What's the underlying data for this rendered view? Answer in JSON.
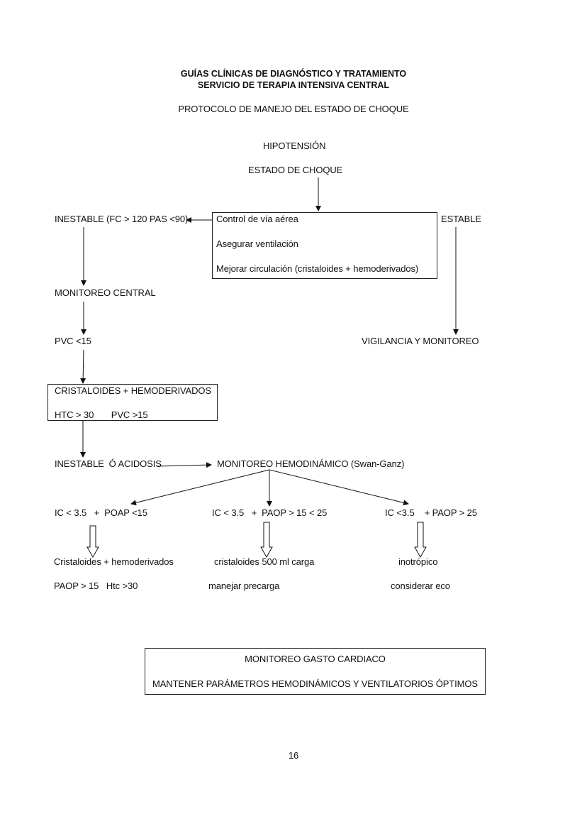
{
  "header": {
    "line1": "GUÍAS CLÍNICAS DE DIAGNÓSTICO Y TRATAMIENTO",
    "line2": "SERVICIO DE TERAPIA INTENSIVA CENTRAL",
    "protocol": "PROTOCOLO DE MANEJO DEL ESTADO DE CHOQUE"
  },
  "flow": {
    "hipotension": "HIPOTENSIÓN",
    "estado_choque": "ESTADO DE CHOQUE",
    "inestable": "INESTABLE (FC > 120  PAS <90)",
    "estable": "ESTABLE",
    "initial_box": [
      "Control de vía aérea",
      "Asegurar ventilación",
      "Mejorar circulación (cristaloides + hemoderivados)"
    ],
    "monitoreo_central": "MONITOREO CENTRAL",
    "pvc_low": "PVC <15",
    "vigilancia": "VIGILANCIA Y MONITOREO",
    "fluid_box": [
      "CRISTALOIDES + HEMODERIVADOS",
      "HTC > 30       PVC >15"
    ],
    "inestable_acidosis": "INESTABLE  Ó ACIDOSIS",
    "monitoreo_hemo": "MONITOREO HEMODINÁMICO (Swan-Ganz)",
    "branches": [
      {
        "condition": "IC < 3.5   +  POAP <15",
        "action1": "Cristaloides + hemoderivados",
        "action2": "PAOP > 15   Htc >30"
      },
      {
        "condition": "IC < 3.5   +  PAOP > 15 < 25",
        "action1": "cristaloides 500 ml carga",
        "action2": "manejar precarga"
      },
      {
        "condition": "IC <3.5    + PAOP > 25",
        "action1": "inotrópico",
        "action2": "considerar eco"
      }
    ],
    "final_box": [
      "MONITOREO GASTO CARDIACO",
      "MANTENER PARÁMETROS HEMODINÁMICOS Y VENTILATORIOS ÓPTIMOS"
    ]
  },
  "footer": {
    "page_number": "16"
  }
}
